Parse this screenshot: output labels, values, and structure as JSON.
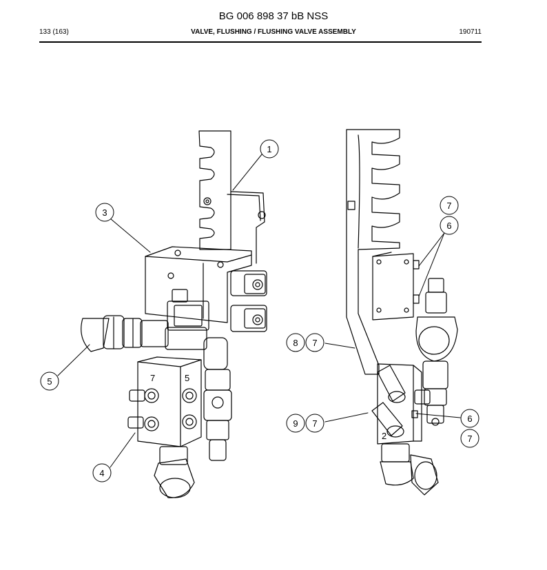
{
  "header": {
    "document_number": "BG 006 898 37 bB NSS",
    "page": "133 (163)",
    "title": "VALVE, FLUSHING / FLUSHING VALVE ASSEMBLY",
    "date_code": "190711"
  },
  "callouts": {
    "c1": "1",
    "c3": "3",
    "c5": "5",
    "c4": "4",
    "c7a": "7",
    "c6a": "6",
    "c8": "8",
    "c7b": "7",
    "c9": "9",
    "c7c": "7",
    "c6b": "6",
    "c7d": "7"
  },
  "part_markings": {
    "m_a": "7",
    "m_b": "5",
    "m_c": "2"
  }
}
